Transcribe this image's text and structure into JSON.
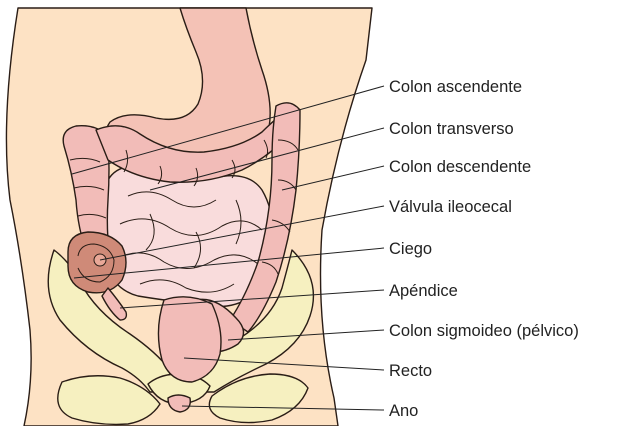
{
  "colors": {
    "background": "#ffffff",
    "skin": "#fde2c4",
    "bone": "#f6f0c0",
    "colon": "#f2bcb8",
    "small_intestine": "#f9dcdc",
    "stomach": "#f4c2b6",
    "cecum": "#cf8a78",
    "outline": "#2a1d16",
    "leader_line": "#222222"
  },
  "labels": [
    {
      "id": "colon-ascendente",
      "text": "Colon ascendente"
    },
    {
      "id": "colon-transverso",
      "text": "Colon transverso"
    },
    {
      "id": "colon-descendente",
      "text": "Colon descendente"
    },
    {
      "id": "valvula-ileocecal",
      "text": "Válvula ileocecal"
    },
    {
      "id": "ciego",
      "text": "Ciego"
    },
    {
      "id": "apendice",
      "text": "Apéndice"
    },
    {
      "id": "colon-sigmoideo",
      "text": "Colon sigmoideo (pélvico)"
    },
    {
      "id": "recto",
      "text": "Recto"
    },
    {
      "id": "ano",
      "text": "Ano"
    }
  ]
}
